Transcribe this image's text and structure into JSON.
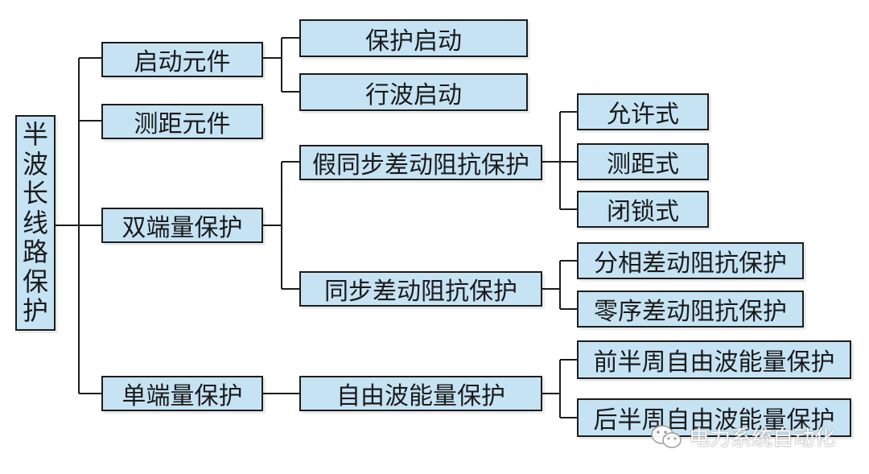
{
  "diagram": {
    "root": [
      "半",
      "波",
      "长",
      "线",
      "路",
      "保",
      "护"
    ],
    "startup_element": "启动元件",
    "protection_startup": "保护启动",
    "traveling_wave_startup": "行波启动",
    "ranging_element": "测距元件",
    "double_end_protection": "双端量保护",
    "pseudo_sync_diff_impedance": "假同步差动阻抗保护",
    "permissive": "允许式",
    "ranging_type": "测距式",
    "blocking": "闭锁式",
    "sync_diff_impedance": "同步差动阻抗保护",
    "phase_diff_impedance": "分相差动阻抗保护",
    "zero_seq_diff_impedance": "零序差动阻抗保护",
    "single_end_protection": "单端量保护",
    "free_wave_energy": "自由波能量保护",
    "first_half_free_wave": "前半周自由波能量保护",
    "second_half_free_wave": "后半周自由波能量保护"
  },
  "watermark": "电力系统自动化",
  "colors": {
    "box_fill": "#c6e3f4",
    "border": "#1c1c1c",
    "line": "#1c1c1c"
  }
}
